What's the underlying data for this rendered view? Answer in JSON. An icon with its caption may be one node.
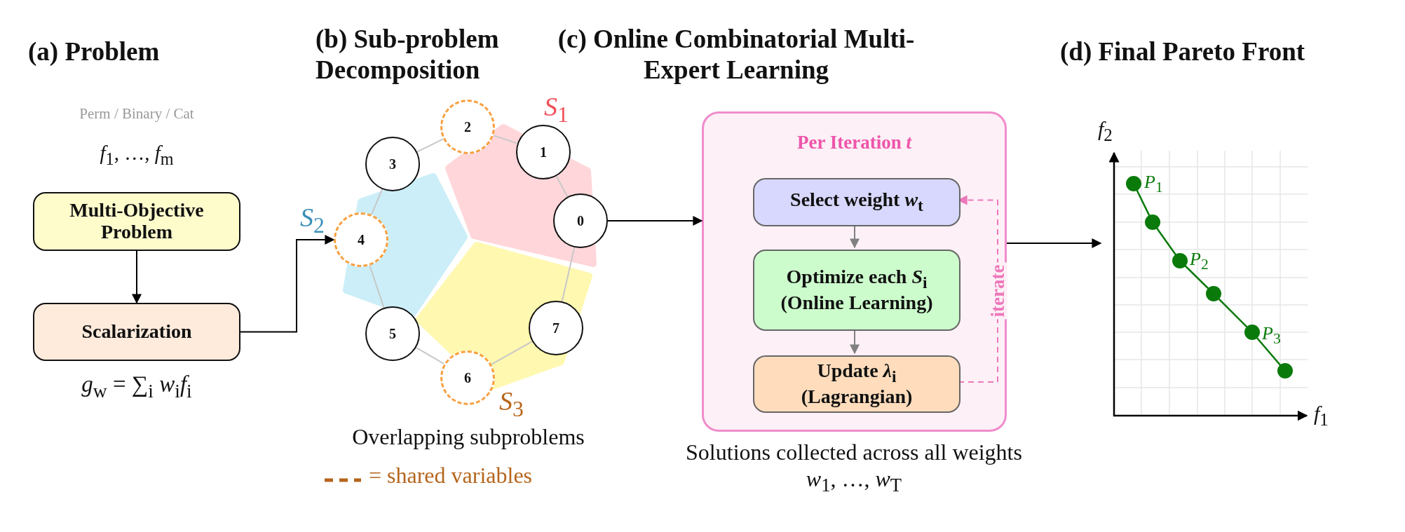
{
  "diagram": {
    "nodes": [
      {
        "text": [
          "Multi-Objective Problem"
        ],
        "beside": [
          "Perm / Binary / Cat",
          "*f*$_{1}$, …, *f*$_{m}$"
        ]
      },
      {
        "text": [
          "Scalarization"
        ],
        "beside": [
          "*g*$_{w}$ = ∑$_{i}$ *w*$_{i}$*f*$_{i}$"
        ]
      },
      {
        "text": [
          "0"
        ]
      },
      {
        "text": [
          "1"
        ]
      },
      {
        "text": [
          "2"
        ]
      },
      {
        "text": [
          "3"
        ]
      },
      {
        "text": [
          "4"
        ]
      },
      {
        "text": [
          "5"
        ]
      },
      {
        "text": [
          "6"
        ]
      },
      {
        "text": [
          "7"
        ]
      },
      {
        "text": [
          "Per Iteration *t*"
        ]
      },
      {
        "text": [
          "Select weight *w*$_{t}$"
        ],
        "in": 10
      },
      {
        "text": [
          "Optimize each *S*$_{i}$ (Online Learning)"
        ],
        "in": 10
      },
      {
        "text": [
          "Update *λ*$_{i}$ (Lagrangian)"
        ],
        "in": 10
      }
    ],
    "edges": [
      {
        "from": 0,
        "to": 1,
        "arrow": "to",
        "color": "#000000"
      },
      {
        "from": 1,
        "to": 6,
        "arrow": "to",
        "color": "#000000"
      },
      {
        "from": 2,
        "to": 3,
        "arrow": "none",
        "color": "#c8c8c8"
      },
      {
        "from": 3,
        "to": 4,
        "arrow": "none",
        "color": "#c8c8c8"
      },
      {
        "from": 4,
        "to": 5,
        "arrow": "none",
        "color": "#c8c8c8"
      },
      {
        "from": 5,
        "to": 6,
        "arrow": "none",
        "color": "#c8c8c8"
      },
      {
        "from": 6,
        "to": 7,
        "arrow": "none",
        "color": "#c8c8c8"
      },
      {
        "from": 7,
        "to": 8,
        "arrow": "none",
        "color": "#c8c8c8"
      },
      {
        "from": 8,
        "to": 9,
        "arrow": "none",
        "color": "#c8c8c8"
      },
      {
        "from": 9,
        "to": 2,
        "arrow": "none",
        "color": "#c8c8c8"
      },
      {
        "from": 2,
        "to": 10,
        "arrow": "to",
        "color": "#000000"
      },
      {
        "from": 11,
        "to": 12,
        "arrow": "to",
        "color": "#808080"
      },
      {
        "from": 12,
        "to": 13,
        "arrow": "to",
        "color": "#808080"
      },
      {
        "from": 13,
        "to": 11,
        "arrow": "to",
        "style": "dashed",
        "color": "#ee77bb",
        "label": "iterate"
      },
      {
        "from": 10,
        "to": null,
        "arrow": "to",
        "color": "#000000"
      }
    ],
    "labels": [
      "(a) Problem",
      "(b) Sub-problem Decomposition",
      "(c) Online Combinatorial Multi-Expert Learning",
      "(d) Final Pareto Front",
      "*S*$_{1}$",
      "*S*$_{2}$",
      "*S*$_{3}$",
      "Overlapping subproblems",
      "Solutions collected across all weights *w*$_{1}$, …, *w*$_{T}$",
      "*f*$_{2}$",
      "*P*$_{1}$",
      "*P*$_{2}$",
      "*P*$_{3}$",
      "*f*$_{1}$"
    ],
    "legend": [
      {
        "text": "= shared variables"
      }
    ]
  }
}
